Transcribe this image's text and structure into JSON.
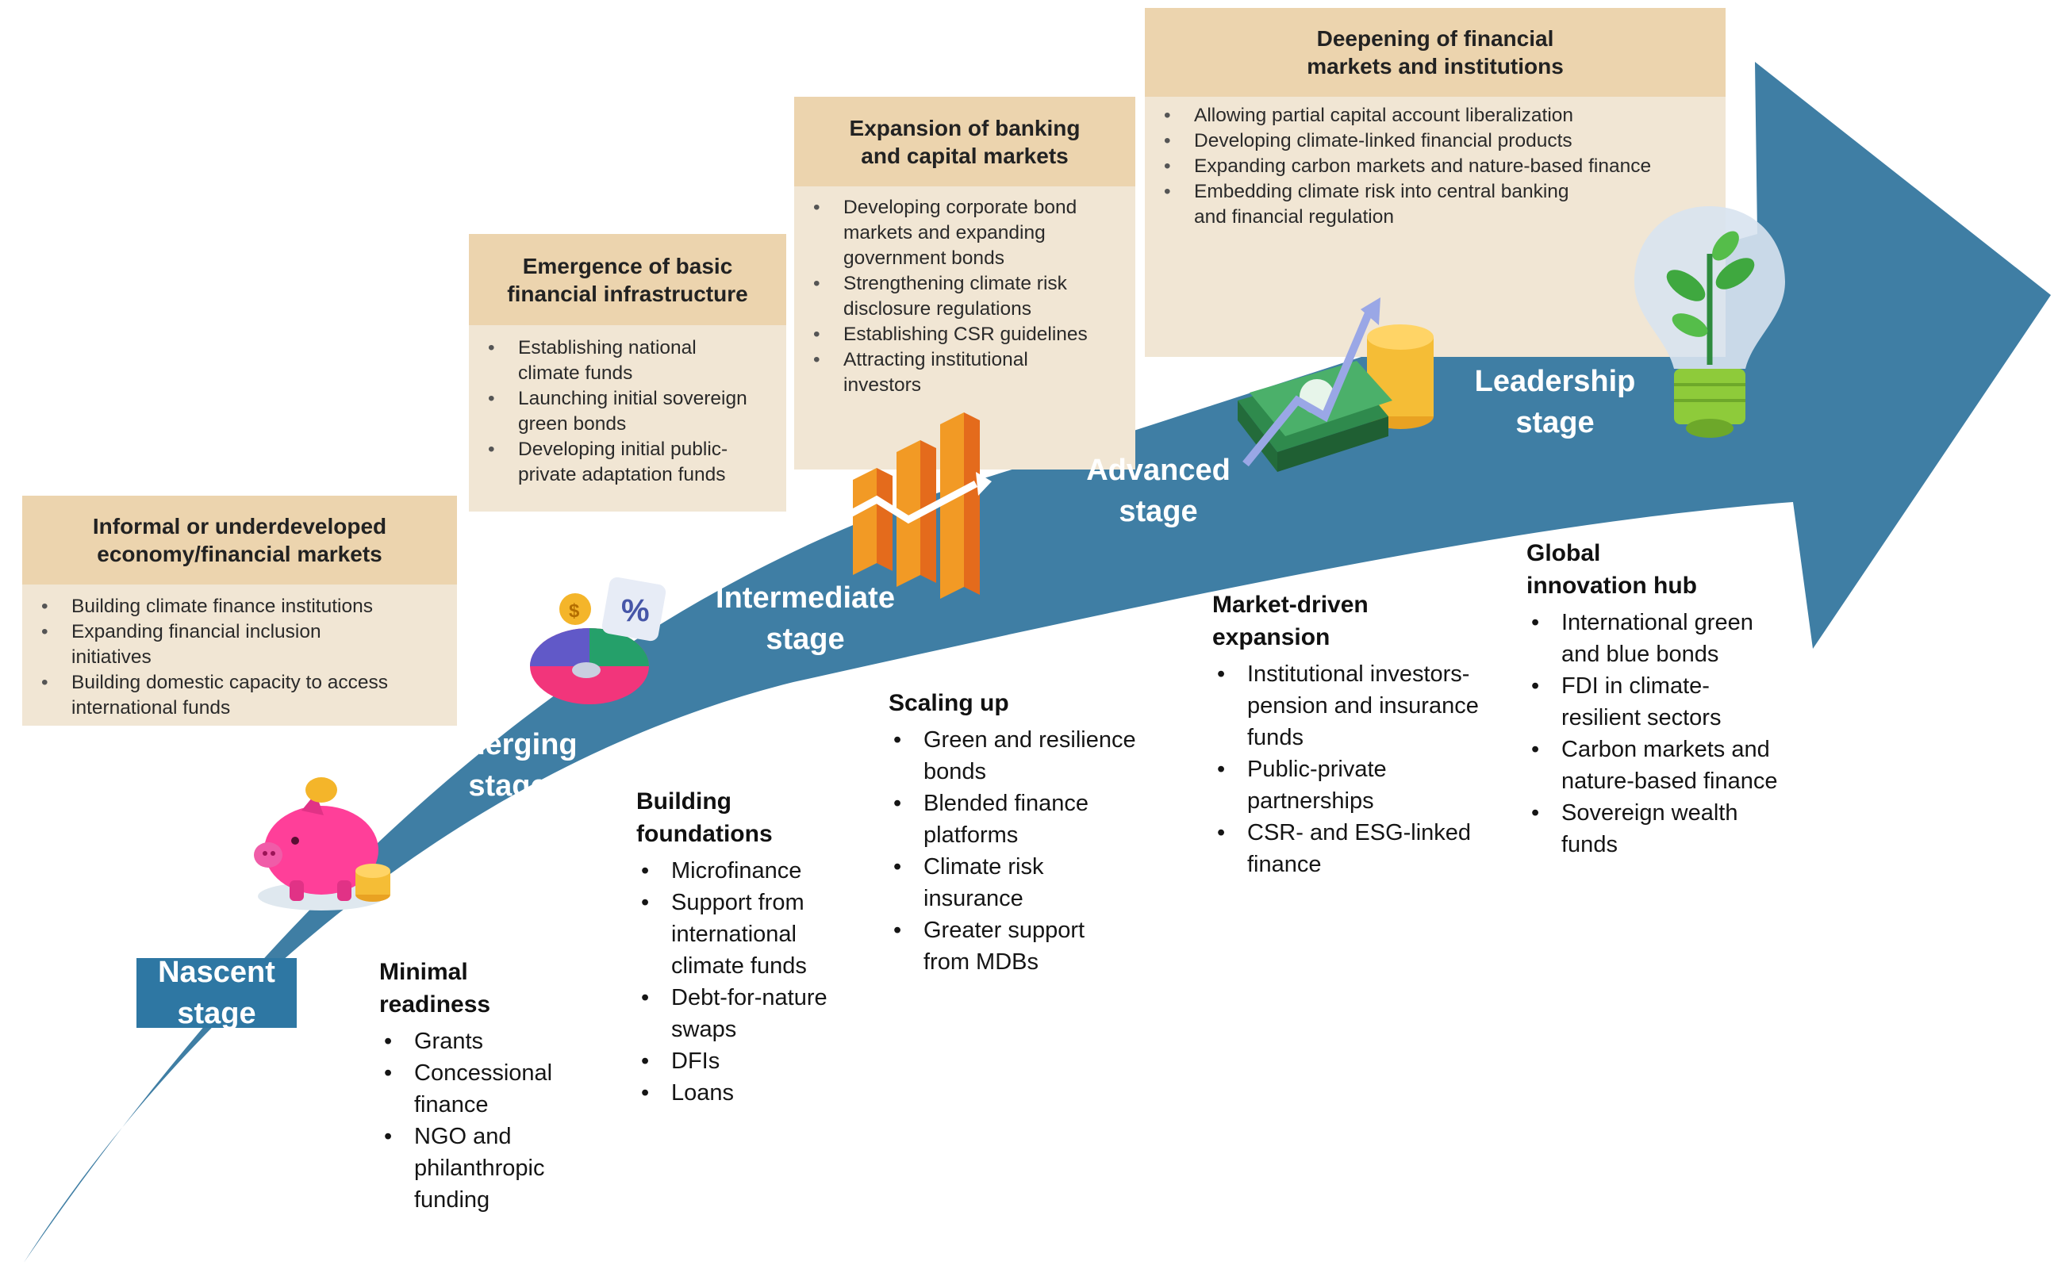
{
  "colors": {
    "arrow": "#3f7ea4",
    "card": "#f1e6d4",
    "card_header": "#ecd4ae"
  },
  "cards": [
    {
      "title": "Informal or underdeveloped economy/financial markets",
      "items": [
        "Building climate finance institutions",
        "Expanding financial inclusion initiatives",
        "Building domestic capacity to access international funds"
      ]
    },
    {
      "title": "Emergence of basic financial infrastructure",
      "items": [
        "Establishing national climate funds",
        "Launching initial sovereign green bonds",
        "Developing initial public-private adaptation funds"
      ]
    },
    {
      "title": "Expansion of banking and capital markets",
      "items": [
        "Developing corporate bond markets and expanding government bonds",
        "Strengthening climate risk disclosure regulations",
        "Establishing CSR guidelines",
        "Attracting institutional investors"
      ]
    },
    {
      "title": "Deepening of financial markets and institutions",
      "items": [
        "Allowing partial capital account liberalization",
        "Developing climate-linked financial products",
        "Expanding carbon markets and nature-based finance",
        "Embedding climate risk into central banking and financial regulation"
      ]
    }
  ],
  "stages": [
    {
      "line1": "Nascent",
      "line2": "stage",
      "icon": "piggy-bank-icon"
    },
    {
      "line1": "Emerging",
      "line2": "stage",
      "icon": "pie-chart-percent-icon"
    },
    {
      "line1": "Intermediate",
      "line2": "stage",
      "icon": "rising-bar-chart-icon"
    },
    {
      "line1": "Advanced",
      "line2": "stage",
      "icon": "money-stack-growth-icon"
    },
    {
      "line1": "Leadership",
      "line2": "stage",
      "icon": "light-bulb-plant-icon"
    }
  ],
  "columns": [
    {
      "title": "Minimal readiness",
      "items": [
        "Grants",
        "Concessional finance",
        "NGO and philanthropic funding"
      ]
    },
    {
      "title": "Building foundations",
      "items": [
        "Microfinance",
        "Support from international climate funds",
        "Debt-for-nature swaps",
        "DFIs",
        "Loans"
      ]
    },
    {
      "title": "Scaling up",
      "items": [
        "Green and resilience bonds",
        "Blended finance platforms",
        "Climate risk insurance",
        "Greater support from MDBs"
      ]
    },
    {
      "title": "Market-driven expansion",
      "items": [
        "Institutional investors-pension and insurance funds",
        "Public-private partnerships",
        "CSR- and ESG-linked finance"
      ]
    },
    {
      "title": "Global innovation hub",
      "items": [
        "International green and blue bonds",
        "FDI in climate-resilient sectors",
        "Carbon markets and nature-based finance",
        "Sovereign wealth funds"
      ]
    }
  ]
}
